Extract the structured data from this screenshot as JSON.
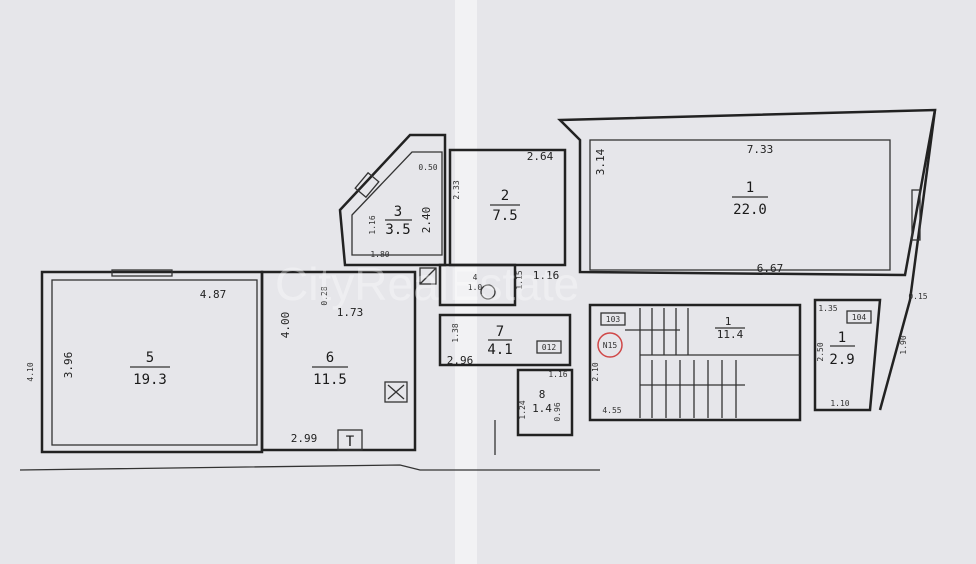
{
  "watermark": "CityRealEstate",
  "rooms": {
    "r1": {
      "number": "1",
      "area": "22.0"
    },
    "r2": {
      "number": "2",
      "area": "7.5"
    },
    "r3": {
      "number": "3",
      "area": "3.5"
    },
    "r4": {
      "number": "4",
      "area": "1.0"
    },
    "r5": {
      "number": "5",
      "area": "19.3"
    },
    "r6": {
      "number": "6",
      "area": "11.5"
    },
    "r7": {
      "number": "7",
      "area": "4.1"
    },
    "r8": {
      "number": "8",
      "area": "1.4"
    },
    "stair": {
      "number": "1",
      "area": "11.4"
    },
    "small": {
      "number": "1",
      "area": "2.9"
    }
  },
  "dimensions": {
    "d487": "4.87",
    "d396": "3.96",
    "d410": "4.10",
    "d400": "4.00",
    "d299": "2.99",
    "d173": "1.73",
    "d028": "0.28",
    "d050": "0.50",
    "d240": "2.40",
    "d116a": "1.16",
    "d180": "1.80",
    "d264": "2.64",
    "d233": "2.33",
    "d116b": "1.16",
    "d115": "1.15",
    "d138": "1.38",
    "d296": "2.96",
    "d116c": "1.16",
    "d124": "1.24",
    "d096": "0.96",
    "d733": "7.33",
    "d314": "3.14",
    "d667": "6.67",
    "d455": "4.55",
    "d135": "1.35",
    "d110": "1.10",
    "d190": "1.90",
    "d015": "0.15",
    "d210": "2.10",
    "d250": "2.50"
  },
  "tags": {
    "t012": "012",
    "t103": "103",
    "t104": "104",
    "n15": "N15"
  }
}
